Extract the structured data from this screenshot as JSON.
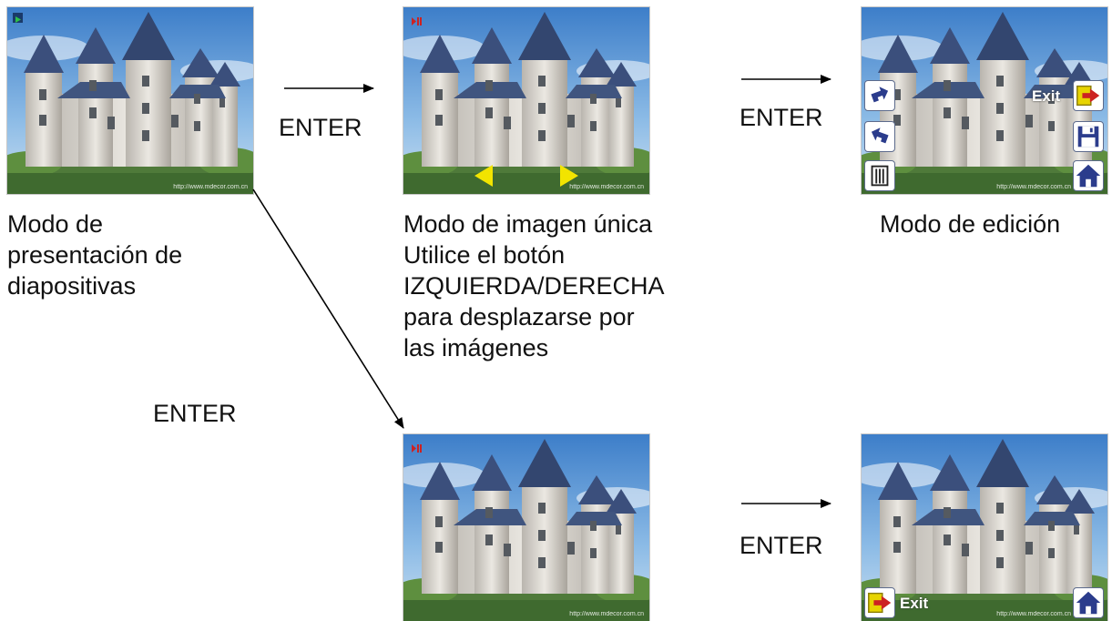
{
  "colors": {
    "nav_arrow": "#f2e400",
    "status_play": "#1a8a3a",
    "status_pause": "#cc2222",
    "icon_blue": "#2b3c8c",
    "exit_arrow": "#cc2222",
    "exit_box": "#e7d400"
  },
  "screens": {
    "slideshow": {
      "status_icon": "play-icon",
      "url_text": "http://www.mdecor.com.cn"
    },
    "single_image": {
      "status_icon": "pause-icon",
      "url_text": "http://www.mdecor.com.cn"
    },
    "edit": {
      "url_text": "http://www.mdecor.com.cn",
      "exit_label": "Exit",
      "left_tools": [
        "rotate-clockwise-icon",
        "rotate-counterclockwise-icon",
        "delete-icon"
      ],
      "right_tools": [
        "exit-icon",
        "save-icon",
        "home-icon"
      ]
    },
    "bottom_middle": {
      "status_icon": "pause-icon",
      "url_text": "http://www.mdecor.com.cn"
    },
    "bottom_right": {
      "url_text": "http://www.mdecor.com.cn",
      "exit_label": "Exit",
      "tools": [
        "exit-icon",
        "home-icon"
      ]
    }
  },
  "captions": {
    "slideshow": [
      "Modo de",
      "presentación de",
      "diapositivas"
    ],
    "single_image": [
      "Modo de imagen única",
      "Utilice el botón",
      "IZQUIERDA/DERECHA",
      "para desplazarse por",
      "las imágenes"
    ],
    "edit": "Modo de edición"
  },
  "arrows": {
    "top_left_label": "ENTER",
    "top_right_label": "ENTER",
    "diagonal_label": "ENTER",
    "bottom_label": "ENTER"
  }
}
